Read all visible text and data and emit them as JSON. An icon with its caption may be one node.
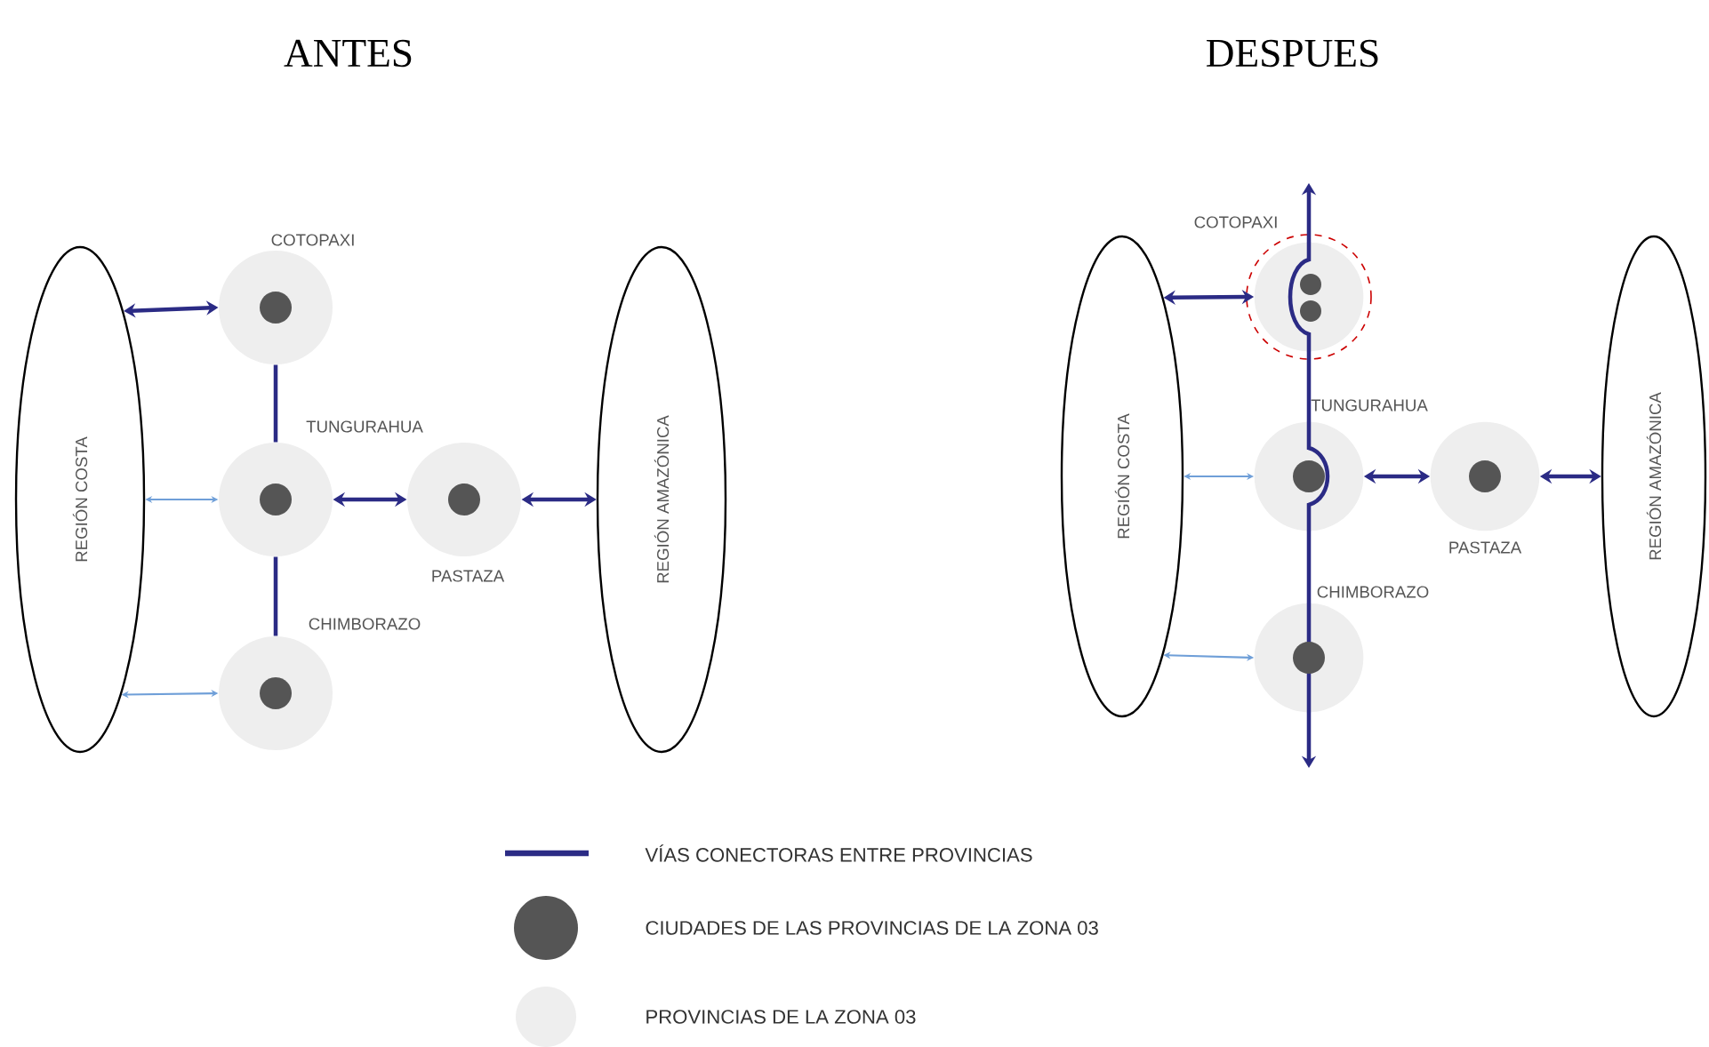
{
  "diagram": {
    "nodes": [
      {
        "text": [
          "REGIÓN COSTA"
        ]
      },
      {
        "text": [
          "COTOPAXI"
        ]
      },
      {
        "text": [
          "TUNGURAHUA"
        ]
      },
      {
        "text": [
          "PASTAZA"
        ]
      },
      {
        "text": [
          "CHIMBORAZO"
        ]
      },
      {
        "text": [
          "REGIÓN AMAZÓNICA"
        ]
      },
      {
        "text": [
          "REGIÓN COSTA"
        ]
      },
      {
        "text": [
          "COTOPAXI"
        ]
      },
      {
        "text": [
          "TUNGURAHUA"
        ]
      },
      {
        "text": [
          "PASTAZA"
        ]
      },
      {
        "text": [
          "CHIMBORAZO"
        ]
      },
      {
        "text": [
          "REGIÓN AMAZÓNICA"
        ]
      }
    ],
    "edges": [
      {
        "from": 0,
        "to": 1,
        "arrow": "both"
      },
      {
        "from": 1,
        "to": 2,
        "arrow": "none"
      },
      {
        "from": 0,
        "to": 2,
        "arrow": "both",
        "color": "#6f9fd8"
      },
      {
        "from": 2,
        "to": 3,
        "arrow": "both"
      },
      {
        "from": 3,
        "to": 5,
        "arrow": "both"
      },
      {
        "from": 2,
        "to": 4,
        "arrow": "none"
      },
      {
        "from": 0,
        "to": 4,
        "arrow": "both",
        "color": "#6f9fd8"
      },
      {
        "from": 7,
        "to": null,
        "arrow": "to"
      },
      {
        "from": 6,
        "to": 7,
        "arrow": "both"
      },
      {
        "from": 7,
        "to": 8,
        "arrow": "none"
      },
      {
        "from": 6,
        "to": 8,
        "arrow": "both",
        "color": "#6f9fd8"
      },
      {
        "from": 8,
        "to": 9,
        "arrow": "both"
      },
      {
        "from": 9,
        "to": 11,
        "arrow": "both"
      },
      {
        "from": 8,
        "to": 10,
        "arrow": "none"
      },
      {
        "from": 6,
        "to": 10,
        "arrow": "both",
        "color": "#6f9fd8"
      },
      {
        "from": 10,
        "to": null,
        "arrow": "to"
      }
    ],
    "labels": [
      "ANTES",
      "DESPUES"
    ],
    "legend": [
      {
        "text": "VÍAS CONECTORAS ENTRE PROVINCIAS"
      },
      {
        "text": "CIUDADES DE LAS PROVINCIAS DE LA ZONA 03",
        "color": "#555555"
      },
      {
        "text": "PROVINCIAS DE LA ZONA 03",
        "color": "#eeeeee"
      }
    ]
  }
}
